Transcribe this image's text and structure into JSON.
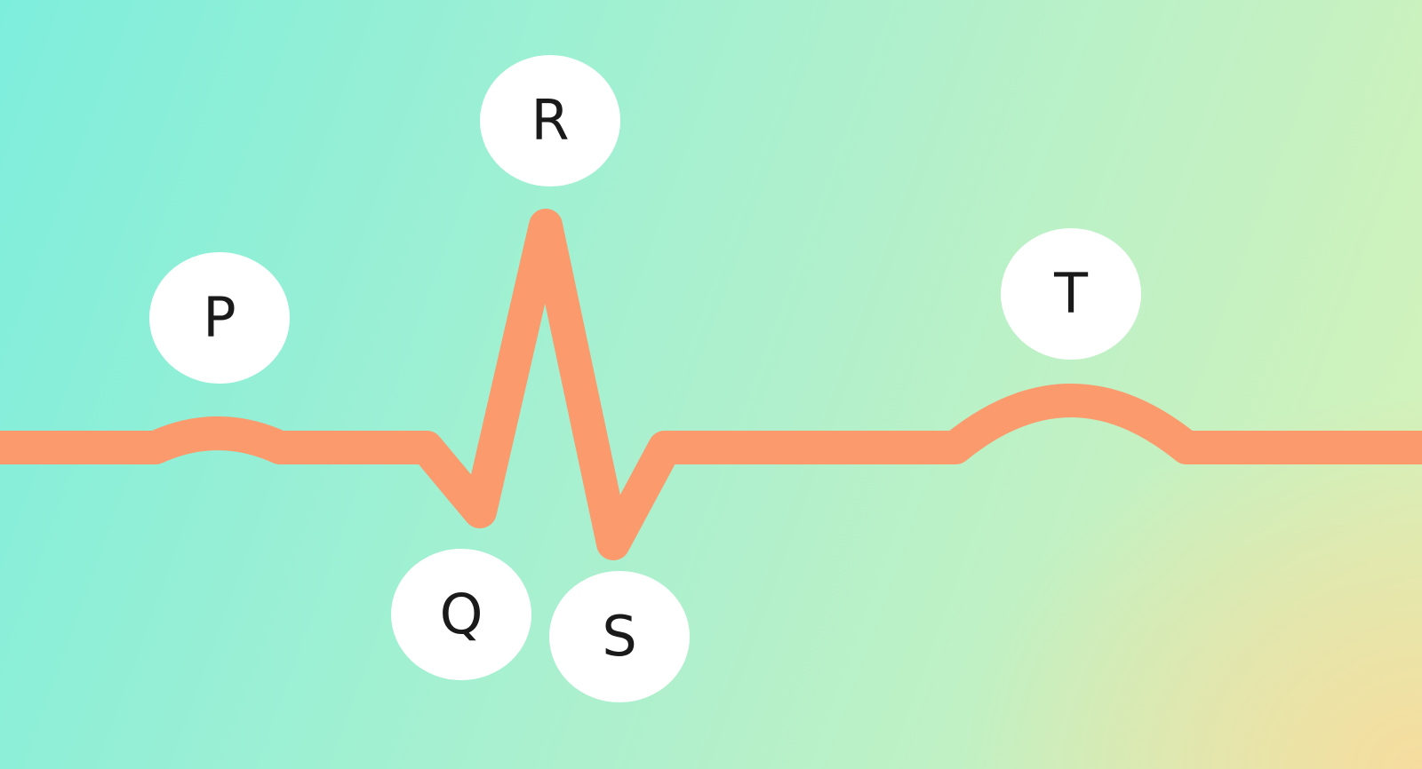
{
  "colors": {
    "background_left": "#7eeedc",
    "background_mid": "#a8f0d0",
    "background_right": "#d8f2b8",
    "background_corner": "#f6dc9e",
    "trace": "#fb9a6c",
    "label_fill": "#ffffff",
    "label_text": "#1a1a1a"
  },
  "waves": {
    "p": "P",
    "q": "Q",
    "r": "R",
    "s": "S",
    "t": "T"
  }
}
